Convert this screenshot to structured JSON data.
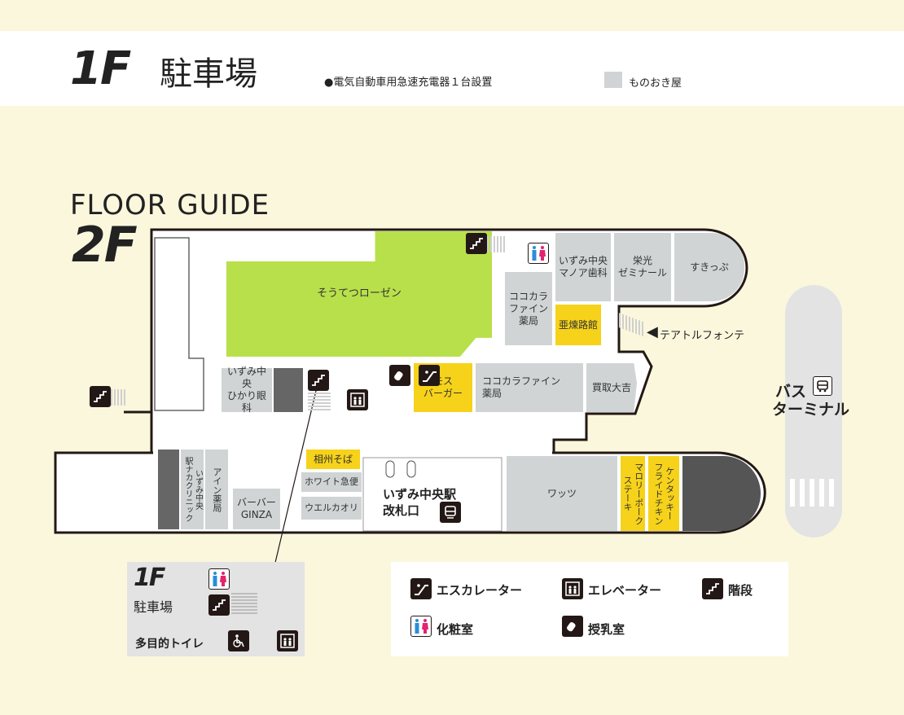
{
  "header": {
    "floor": "1F",
    "title": "駐車場",
    "note": "●電気自動車用急速充電器１台設置",
    "legend_storage": "ものおき屋"
  },
  "guide": {
    "title": "FLOOR GUIDE",
    "floor": "2F"
  },
  "stores": {
    "soutetsu_rosen": "そうてつローゼン",
    "izumi_manoa": "いずみ中央\nマノア歯科",
    "eiko": "栄光\nゼミナール",
    "sukippu": "すきっぷ",
    "cocokara_top": "ココカラ\nファイン\n薬局",
    "arenji": "亜煉路館",
    "cocokara_mid": "ココカラファイン\n薬局",
    "kaitori": "買取大吉",
    "mos": "モス\nバーガー",
    "hikari": "いずみ中央\nひかり眼科",
    "clinic": "いずみ中央\n駅ナカクリニック",
    "ain": "アイン薬局",
    "barber": "バーバー\nGINZA",
    "soshu_soba": "相州そば",
    "white": "ホワイト急便",
    "uel": "ウエルカオリ",
    "watts": "ワッツ",
    "marori": "マロリーポーク\nステーキ",
    "kfc": "ケンタッキー\nフライドチキン"
  },
  "station": {
    "name": "いずみ中央駅",
    "gate": "改札口"
  },
  "teatoru": "テアトルフォンテ",
  "bus": {
    "line1": "バス",
    "line2": "ターミナル"
  },
  "inset": {
    "floor": "1F",
    "title": "駐車場",
    "toilet": "多目的トイレ"
  },
  "legend": {
    "escalator": "エスカレーター",
    "elevator": "エレベーター",
    "stairs": "階段",
    "restroom": "化粧室",
    "nursing": "授乳室"
  },
  "colors": {
    "background": "#fbf7dd",
    "store": "#d0d4d4",
    "supermarket": "#b8e04a",
    "food": "#f6d21a",
    "outline": "#231815"
  }
}
